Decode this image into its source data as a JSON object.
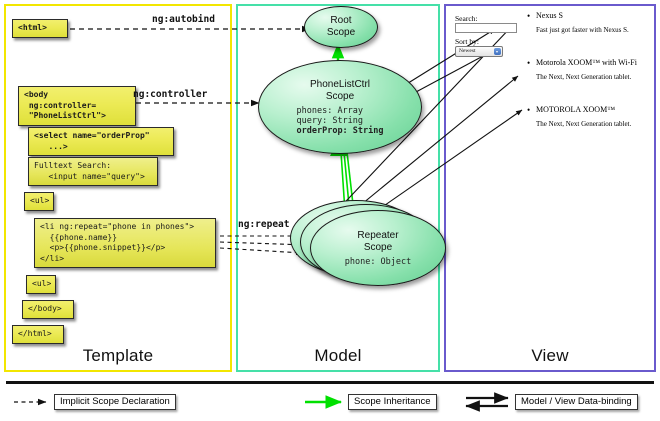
{
  "panels": {
    "template": {
      "label": "Template",
      "border_color": "#f2e600"
    },
    "model": {
      "label": "Model",
      "border_color": "#45e0a8"
    },
    "view": {
      "label": "View",
      "border_color": "#6a5acd"
    }
  },
  "template_panel": {
    "boxes": [
      {
        "id": "html-open",
        "text": "<html>"
      },
      {
        "id": "body-open",
        "text": "<body\n ng:controller=\n \"PhoneListCtrl\">"
      },
      {
        "id": "select-tag",
        "text": "<select name=\"orderProp\"\n   ...>"
      },
      {
        "id": "fulltext",
        "text": "Fulltext Search:\n   <input name=\"query\">"
      },
      {
        "id": "ul-open",
        "text": "<ul>"
      },
      {
        "id": "li-repeat",
        "text": "<li ng:repeat=\"phone in phones\">\n  {{phone.name}}\n  <p>{{phone.snippet}}</p>\n</li>"
      },
      {
        "id": "ul-close",
        "text": "<ul>"
      },
      {
        "id": "body-close",
        "text": "</body>"
      },
      {
        "id": "html-close",
        "text": "</html>"
      }
    ]
  },
  "model_panel": {
    "scopes": [
      {
        "id": "root-scope",
        "title_line1": "Root",
        "title_line2": "Scope",
        "props": []
      },
      {
        "id": "phonelist-scope",
        "title_line1": "PhoneListCtrl",
        "title_line2": "Scope",
        "props": [
          {
            "text": "phones: Array",
            "bold": false
          },
          {
            "text": "query: String",
            "bold": false
          },
          {
            "text": "orderProp: String",
            "bold": true
          }
        ]
      },
      {
        "id": "repeater-scope",
        "title_line1": "Repeater",
        "title_line2": "Scope",
        "props": [
          {
            "text": "phone: Object",
            "bold": false
          }
        ]
      }
    ]
  },
  "connectors": {
    "autobind": "ng:autobind",
    "controller": "ng:controller",
    "repeat": "ng:repeat"
  },
  "view_panel": {
    "search_label": "Search:",
    "search_value": "",
    "sort_label": "Sort by:",
    "sort_selected": "Newest",
    "phones": [
      {
        "name": "Nexus S",
        "snippet": "Fast just got faster with Nexus S."
      },
      {
        "name": "Motorola XOOM™ with Wi-Fi",
        "snippet": "The Next, Next Generation tablet."
      },
      {
        "name": "MOTOROLA XOOM™",
        "snippet": "The Next, Next Generation tablet."
      }
    ]
  },
  "legend": {
    "items": [
      {
        "id": "implicit-scope-declaration",
        "label": "Implicit Scope Declaration",
        "arrow": "dashed-black"
      },
      {
        "id": "scope-inheritance",
        "label": "Scope Inheritance",
        "arrow": "solid-green"
      },
      {
        "id": "model-view-data-binding",
        "label": "Model / View Data-binding",
        "arrow": "double-black"
      }
    ]
  },
  "colors": {
    "green_arrow": "#00e000",
    "box_yellow": "#e6e65a",
    "ellipse_green": "#86e0ab"
  }
}
